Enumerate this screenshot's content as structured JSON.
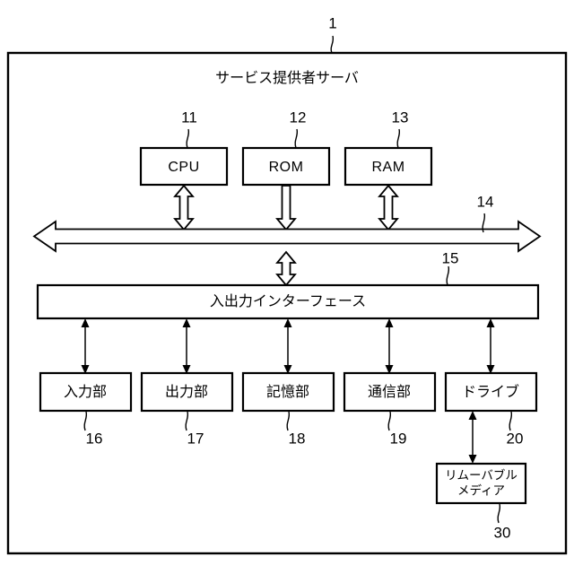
{
  "figure": {
    "title": "サービス提供者サーバ",
    "outer_ref": "1",
    "background_color": "#ffffff",
    "line_color": "#000000"
  },
  "top_row": {
    "boxes": [
      {
        "label": "CPU",
        "ref": "11",
        "connector": "bidirectional-hollow-arrow"
      },
      {
        "label": "ROM",
        "ref": "12",
        "connector": "down-hollow-arrow"
      },
      {
        "label": "RAM",
        "ref": "13",
        "connector": "bidirectional-hollow-arrow"
      }
    ]
  },
  "bus": {
    "ref": "14",
    "type": "horizontal-double-headed-hollow-arrow"
  },
  "interface": {
    "label": "入出力インターフェース",
    "ref": "15",
    "connector_to_bus": "bidirectional-hollow-arrow"
  },
  "bottom_row": {
    "boxes": [
      {
        "label": "入力部",
        "ref": "16"
      },
      {
        "label": "出力部",
        "ref": "17"
      },
      {
        "label": "記憶部",
        "ref": "18"
      },
      {
        "label": "通信部",
        "ref": "19"
      },
      {
        "label": "ドライブ",
        "ref": "20"
      }
    ]
  },
  "media": {
    "label_line1": "リムーバブル",
    "label_line2": "メディア",
    "ref": "30"
  }
}
